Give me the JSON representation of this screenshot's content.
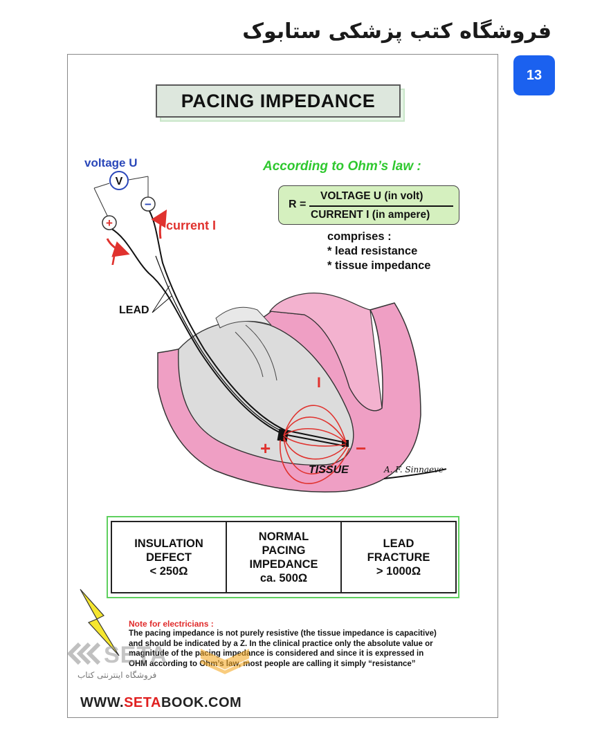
{
  "store_title": "فروشگاه کتب پزشکی ستابوک",
  "page_number": "13",
  "title": "PACING IMPEDANCE",
  "ohm": {
    "heading": "According to Ohm’s law :",
    "r_label": "R =",
    "numerator": "VOLTAGE U (in volt)",
    "denominator": "CURRENT I (in ampere)",
    "comprises": "comprises :",
    "items": [
      "* lead resistance",
      "* tissue impedance"
    ]
  },
  "diagram": {
    "voltage_label": "voltage U",
    "voltmeter": "V",
    "plus": "+",
    "minus": "−",
    "current_label": "current I",
    "current_i": "I",
    "lead_label": "LEAD",
    "tissue_label": "TISSUE",
    "signature": "A. F. Sinnaeve"
  },
  "table": [
    [
      "INSULATION",
      "DEFECT",
      "< 250Ω"
    ],
    [
      "NORMAL",
      "PACING",
      "IMPEDANCE",
      "ca. 500Ω"
    ],
    [
      "LEAD",
      "FRACTURE",
      "> 1000Ω"
    ]
  ],
  "note": {
    "title": "Note for electricians :",
    "lines": [
      "The pacing impedance is not purely resistive (the tissue impedance is capacitive)",
      "and should be indicated by a Z. In the clinical practice only the absolute value or",
      "magnitude of the pacing impedance is considered and since it is expressed in",
      "OHM according to Ohm’s law, most people are calling it simply “resistance”"
    ]
  },
  "watermark": {
    "store": "فروشگاه اینترنتی کتاب",
    "logo_text": "SETA"
  },
  "footer_url": {
    "part1": "WWW.",
    "part2": "SETA",
    "part3": "BOOK.COM"
  },
  "colors": {
    "badge": "#1b61ef",
    "ohm_green": "#2fc82f",
    "formula_bg": "#d5f0bf",
    "tissue_pink": "#ef9fc4",
    "current_red": "#e0322e",
    "voltage_blue": "#2a47b9"
  }
}
